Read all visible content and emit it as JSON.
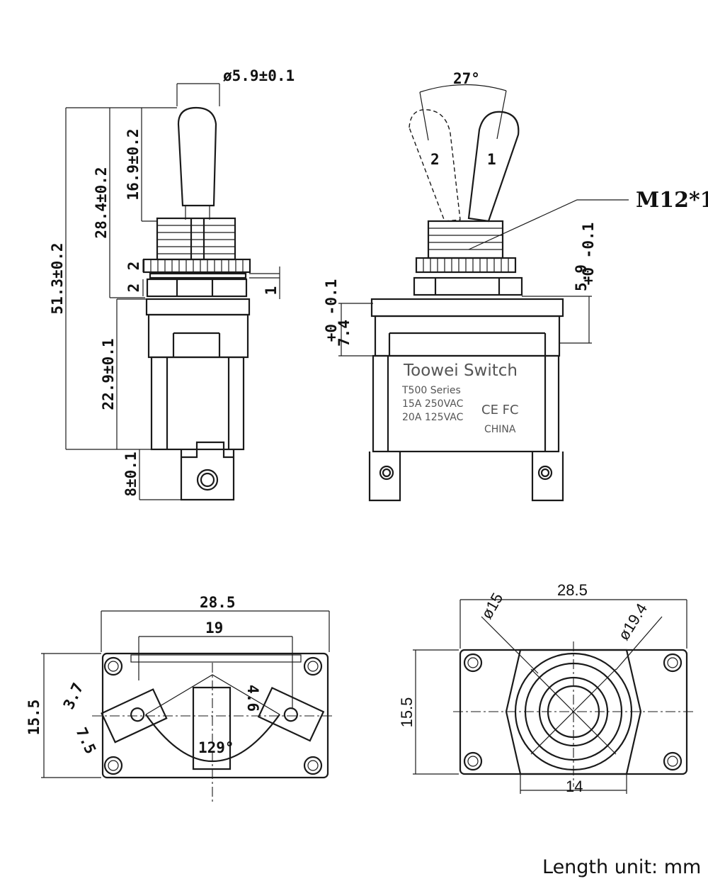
{
  "side_view": {
    "shaft_dia": "ø5.9±0.1",
    "lever_len": "16.9±0.2",
    "bushing_len": "28.4±0.2",
    "overall_len": "51.3±0.2",
    "nut1": "2",
    "nut2": "2",
    "washer": "1",
    "body_len": "22.9±0.1",
    "terminal_len": "8±0.1"
  },
  "front_view": {
    "angle": "27°",
    "pos1": "1",
    "pos2": "2",
    "thread": "M12*1",
    "nut_h": "5.9",
    "nut_tol": "+0 -0.1",
    "body_top": "7.4",
    "body_tol": "+0 -0.1",
    "brand": "Toowei Switch",
    "series": "T500  Series",
    "rating1": "15A 250VAC",
    "rating2": "20A 125VAC",
    "certs": "CE FC",
    "origin": "CHINA"
  },
  "bottom_view": {
    "width": "28.5",
    "inner": "19",
    "height": "15.5",
    "d1": "3.7",
    "d2": "7.5",
    "d3": "4.6",
    "angle": "129°"
  },
  "top_view": {
    "width": "28.5",
    "height": "15.5",
    "dia1": "ø15",
    "dia2": "ø19.4",
    "nut": "14"
  },
  "footer": {
    "unit_note": "Length unit: mm"
  }
}
